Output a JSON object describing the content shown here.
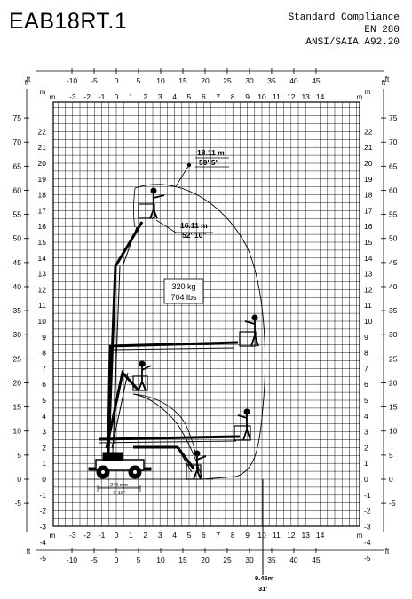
{
  "header": {
    "model": "EAB18RT.1",
    "compliance": [
      "Standard Compliance",
      "EN 280",
      "ANSI/SAIA A92.20"
    ]
  },
  "axes": {
    "ft_label": "ft",
    "m_label": "m",
    "x_m_ticks": [
      "-3",
      "-2",
      "-1",
      "0",
      "1",
      "2",
      "3",
      "4",
      "5",
      "6",
      "7",
      "8",
      "9",
      "10",
      "11",
      "12",
      "13",
      "14"
    ],
    "x_ft_ticks": [
      "-10",
      "-5",
      "0",
      "5",
      "10",
      "15",
      "20",
      "25",
      "30",
      "35",
      "40",
      "45"
    ],
    "y_m_ticks": [
      "-5",
      "-4",
      "-3",
      "-2",
      "-1",
      "0",
      "1",
      "2",
      "3",
      "4",
      "5",
      "6",
      "7",
      "8",
      "9",
      "10",
      "11",
      "12",
      "13",
      "14",
      "15",
      "16",
      "17",
      "18",
      "19",
      "20",
      "21",
      "22"
    ],
    "y_ft_ticks": [
      "-5",
      "0",
      "5",
      "10",
      "15",
      "20",
      "25",
      "30",
      "35",
      "40",
      "45",
      "50",
      "55",
      "60",
      "65",
      "70",
      "75"
    ]
  },
  "annotations": {
    "max_height_m": "18.11 m",
    "max_height_ft": "59' 5\"",
    "platform_height_m": "16.11 m",
    "platform_height_ft": "52' 10\"",
    "load_kg": "320 kg",
    "load_lbs": "704 lbs",
    "base_m": "240 mm",
    "base_ft": "7' 10\"",
    "outreach_m": "9.45m",
    "outreach_ft": "31'"
  }
}
